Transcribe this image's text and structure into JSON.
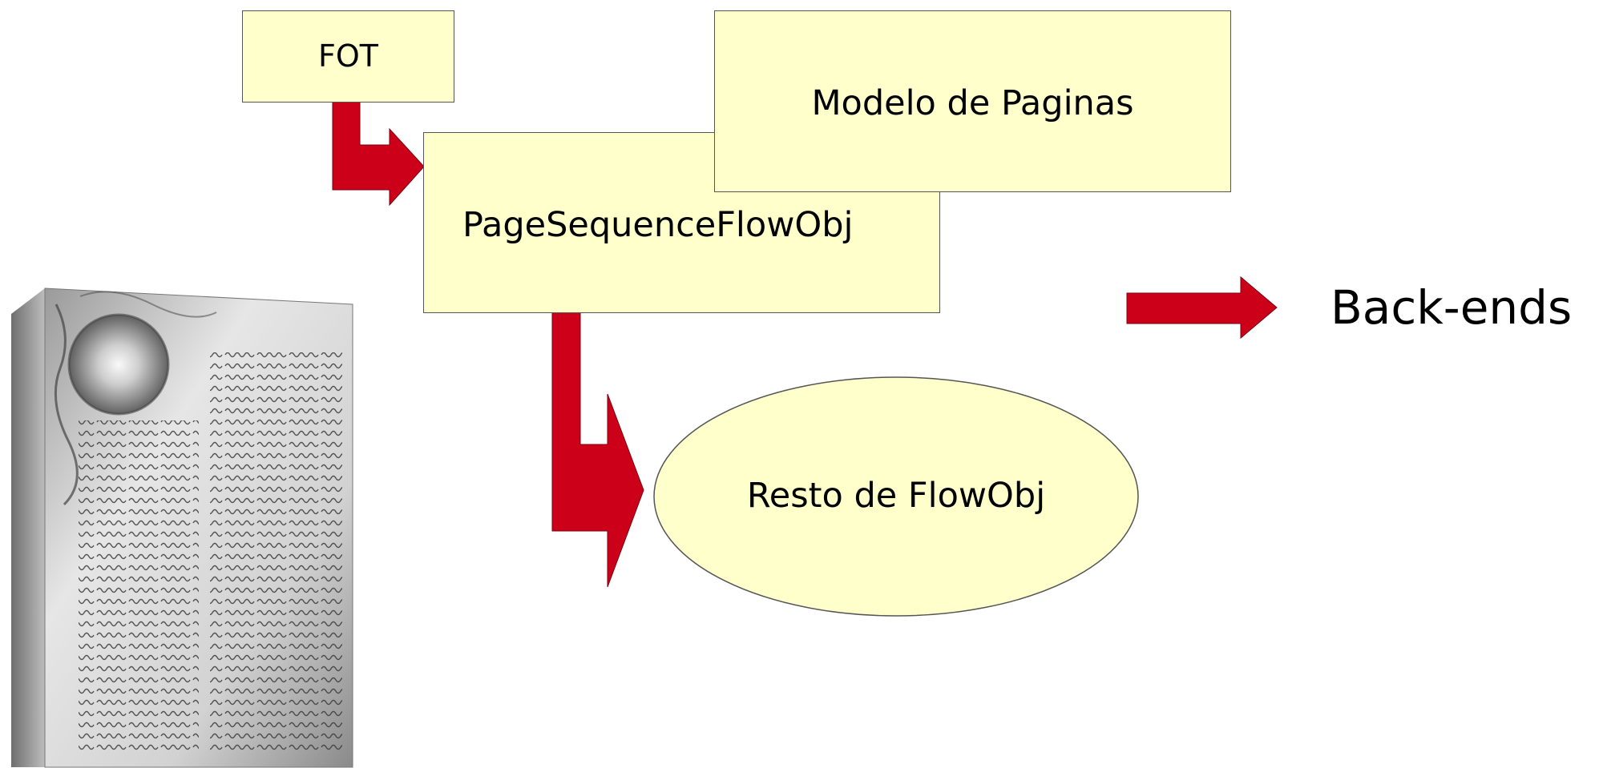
{
  "diagram": {
    "fot_label": "FOT",
    "page_sequence_label": "PageSequenceFlowObj",
    "page_model_label": "Modelo de Paginas",
    "rest_flowobj_label": "Resto de FlowObj",
    "backends_label": "Back-ends"
  },
  "colors": {
    "box_fill": "#ffffcc",
    "arrow_red": "#cc0018",
    "outline": "#555555"
  },
  "illustration": {
    "name": "manuscript-book-image"
  }
}
